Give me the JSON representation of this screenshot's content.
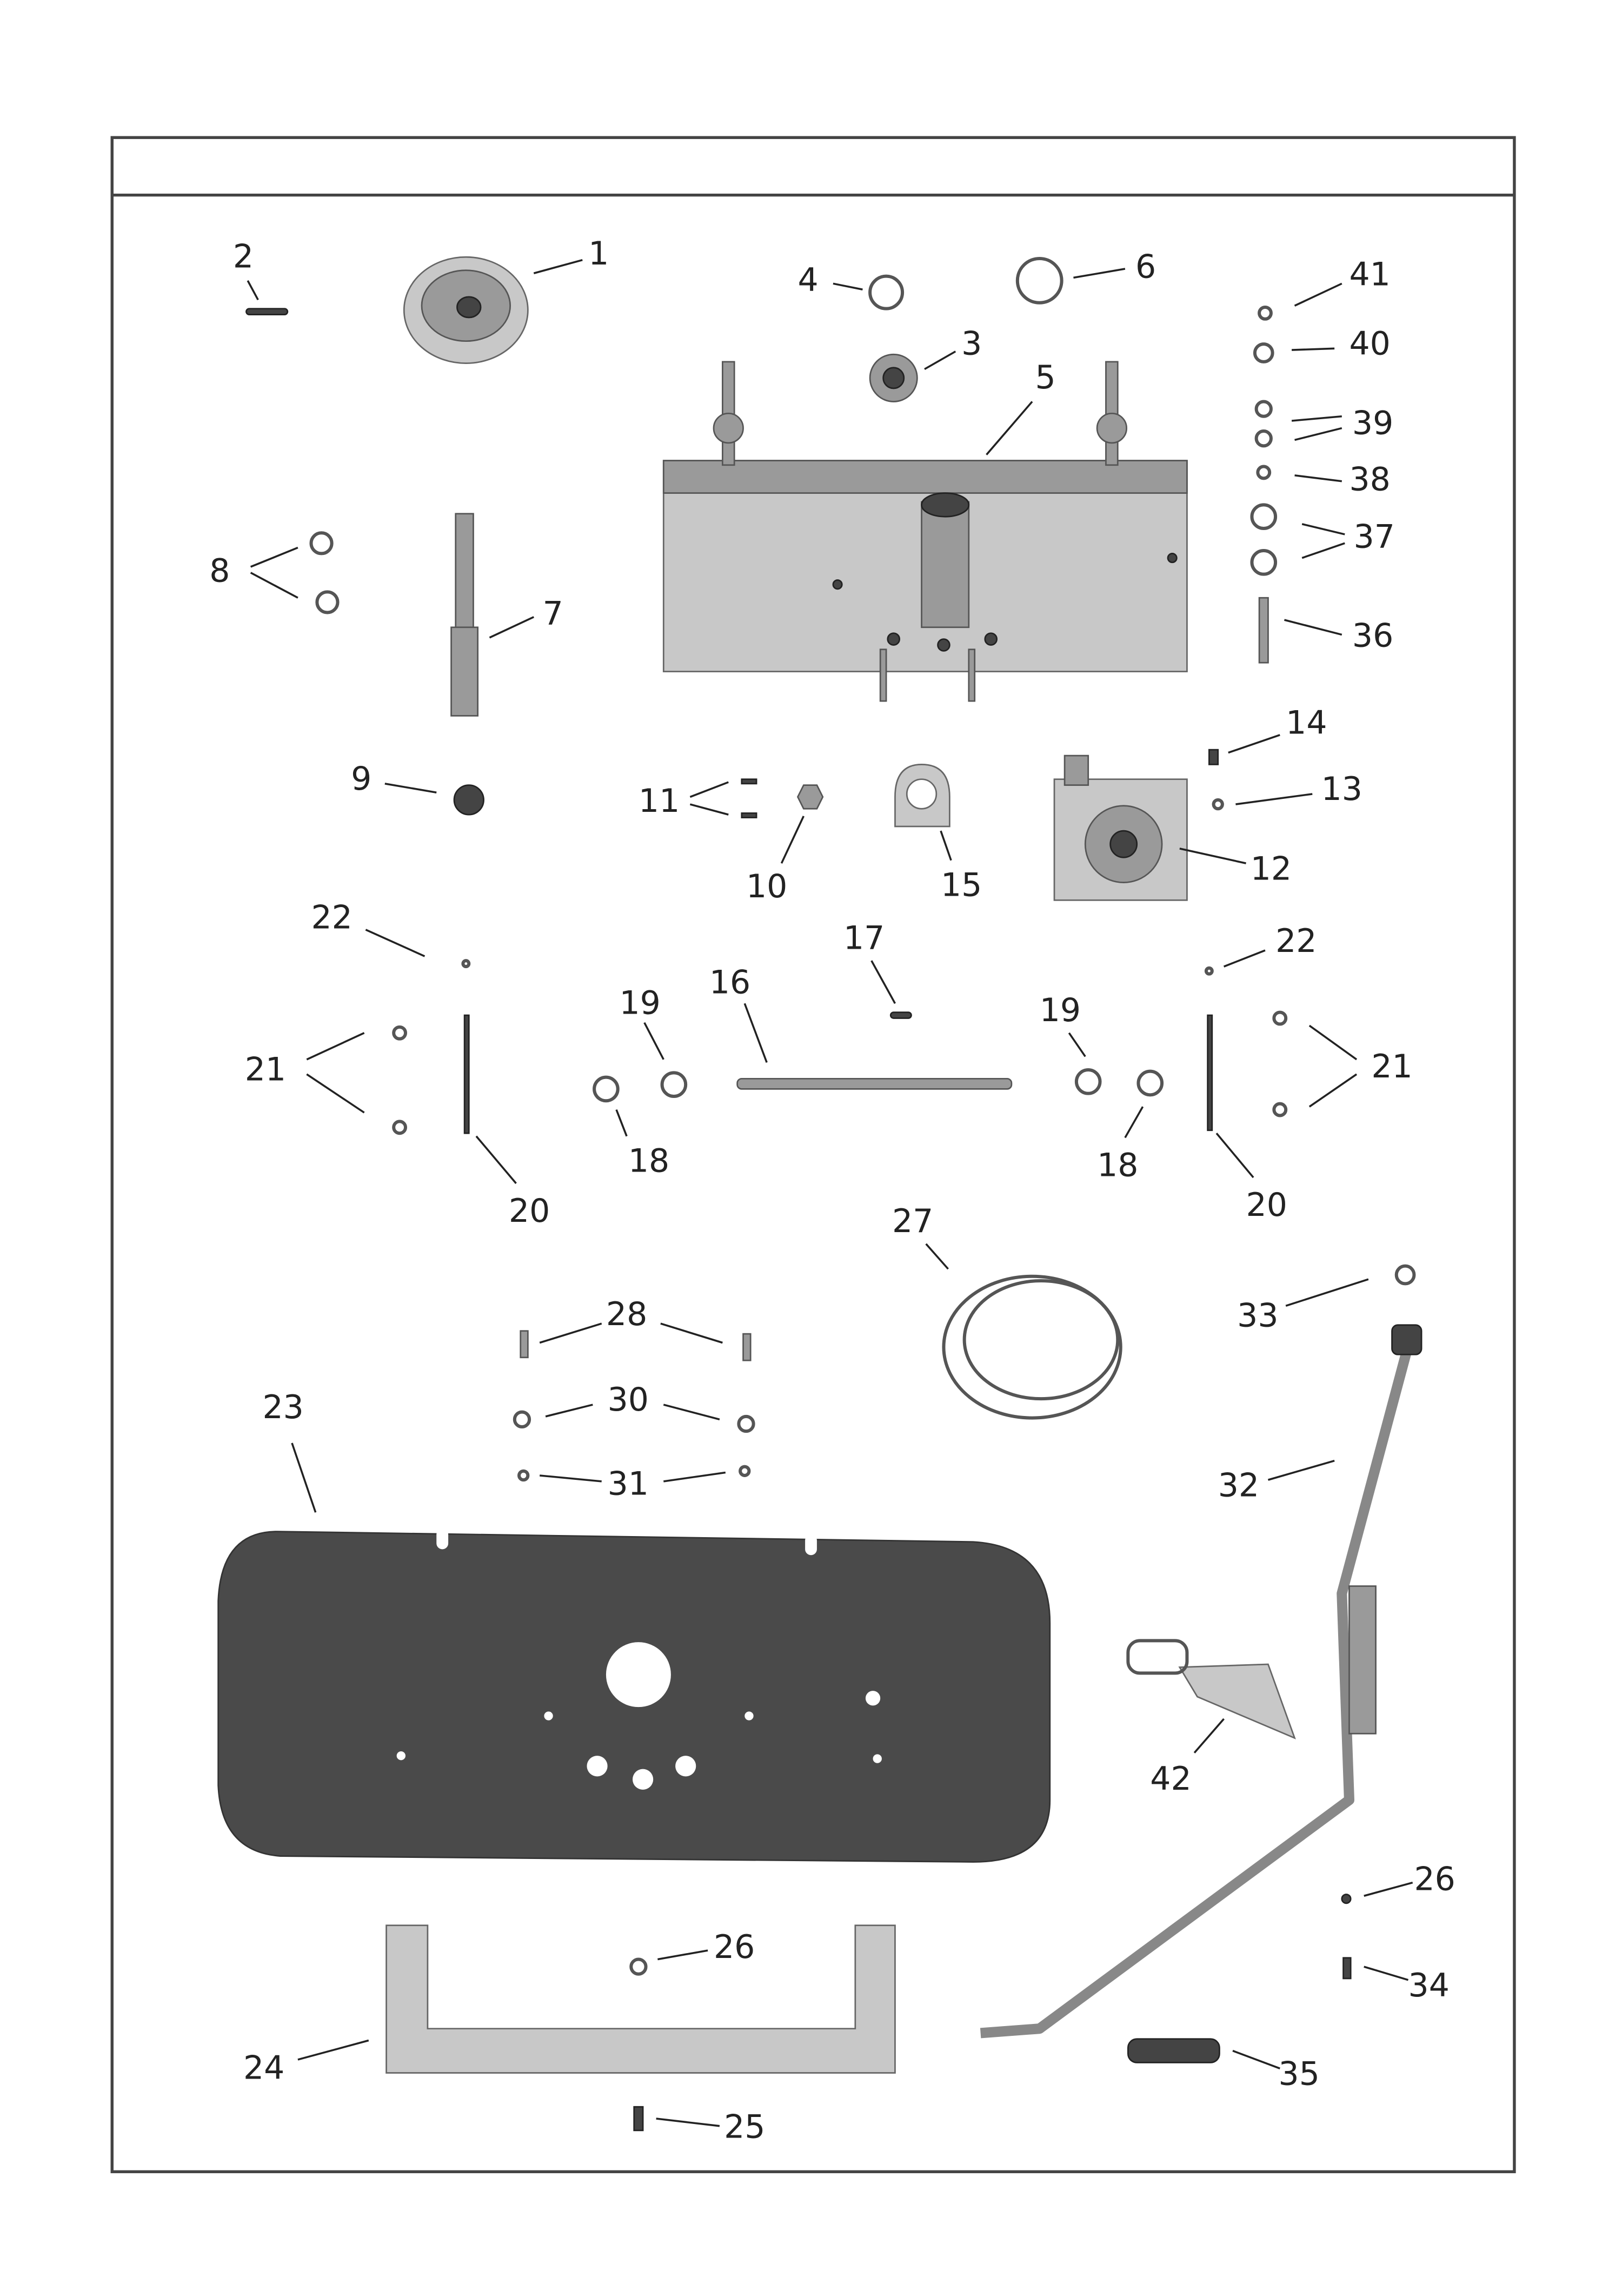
{
  "header": {
    "title": ""
  },
  "callouts": {
    "p1": "1",
    "p2": "2",
    "p3": "3",
    "p4": "4",
    "p5": "5",
    "p6": "6",
    "p7": "7",
    "p8": "8",
    "p9": "9",
    "p10": "10",
    "p11": "11",
    "p12": "12",
    "p13": "13",
    "p14": "14",
    "p15": "15",
    "p16": "16",
    "p17": "17",
    "p18": "18",
    "p19": "19",
    "p20": "20",
    "p21": "21",
    "p22": "22",
    "p23": "23",
    "p24": "24",
    "p25": "25",
    "p26": "26",
    "p27": "27",
    "p28": "28",
    "p30": "30",
    "p31": "31",
    "p32": "32",
    "p33": "33",
    "p34": "34",
    "p35": "35",
    "p36": "36",
    "p37": "37",
    "p38": "38",
    "p39": "39",
    "p40": "40",
    "p41": "41",
    "p42": "42"
  },
  "colors": {
    "frame": "#444444",
    "metal": "#9a9a9a",
    "dark": "#444444"
  }
}
